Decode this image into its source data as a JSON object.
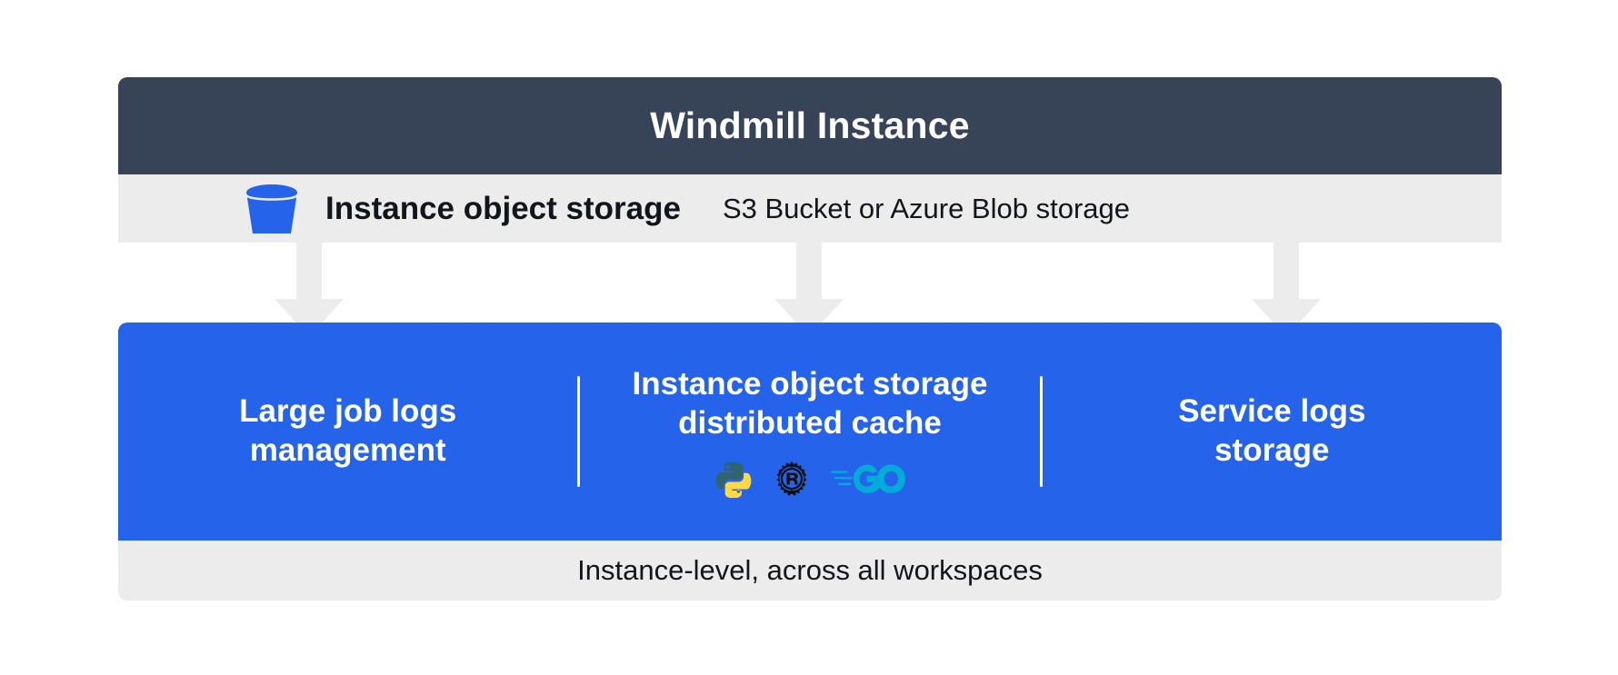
{
  "header": {
    "title": "Windmill Instance"
  },
  "storage_row": {
    "icon": "bucket-icon",
    "label": "Instance object storage",
    "description": "S3 Bucket or Azure Blob storage"
  },
  "connectors": [
    {
      "name": "arrow-down-icon"
    },
    {
      "name": "arrow-down-icon"
    },
    {
      "name": "arrow-down-icon"
    }
  ],
  "panel": {
    "columns": [
      {
        "title": "Large job logs\nmanagement",
        "icons": []
      },
      {
        "title": "Instance object storage\ndistributed cache",
        "icons": [
          "python-icon",
          "rust-icon",
          "go-icon"
        ]
      },
      {
        "title": "Service logs\nstorage",
        "icons": []
      }
    ]
  },
  "footer": {
    "text": "Instance-level, across all workspaces"
  },
  "colors": {
    "header_bg": "#374357",
    "strip_bg": "#ececec",
    "panel_bg": "#2563eb",
    "bucket_blue": "#2563eb",
    "python_dark": "#30656f",
    "python_yellow": "#ffd845",
    "rust_black": "#111111",
    "go_cyan": "#00acd7",
    "text_dark": "#11161d",
    "text_light": "#ffffff"
  }
}
